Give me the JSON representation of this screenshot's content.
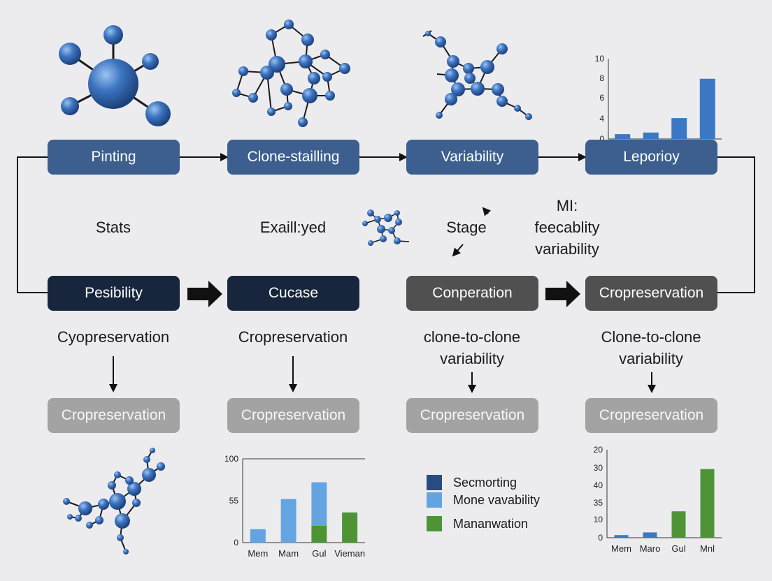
{
  "colors": {
    "background": "#ececee",
    "top_box": "#3c5f8f",
    "dark_box": "#17263d",
    "grey_box": "#505050",
    "light_box": "#a3a3a3",
    "node_blue": "#3d74c0",
    "bar_blue": "#3b78c4",
    "bar_light": "#64a5e1",
    "bar_navy": "#284c82",
    "bar_green": "#4e9437"
  },
  "top_row": {
    "box1": "Pinting",
    "box2": "Clone-stailling",
    "box3": "Variability",
    "box4": "Leporioy"
  },
  "middle_labels": {
    "label1": "Stats",
    "label2": "Exaill:yed",
    "label3": "Stage",
    "label4_line1": "MI:",
    "label4_line2": "feecablity",
    "label4_line3": "variability"
  },
  "bottom_row": {
    "box1": "Pesibility",
    "box2": "Cucase",
    "box3": "Conperation",
    "box4": "Cropreservation"
  },
  "captions": {
    "c1": "Cyopreservation",
    "c2": "Cropreservation",
    "c3_line1": "clone-to-clone",
    "c3_line2": "variability",
    "c4_line1": "Clone-to-clone",
    "c4_line2": "variability"
  },
  "cryo_boxes": {
    "b1": "Cropreservation",
    "b2": "Cropreservation",
    "b3": "Cropreservation",
    "b4": "Cropreservation"
  },
  "legend": [
    {
      "label": "Secmorting",
      "color": "#284c82"
    },
    {
      "label": "Mone vavability",
      "color": "#64a5e1"
    },
    {
      "label": "Mananwation",
      "color": "#4e9437"
    }
  ],
  "chart_data": [
    {
      "type": "bar",
      "yticks": [
        "0",
        "4",
        "6",
        "8",
        "10"
      ],
      "ylim": [
        0,
        10
      ],
      "values": [
        0.6,
        0.8,
        2.6,
        7.5
      ],
      "colors": [
        "#3b78c4",
        "#3b78c4",
        "#3b78c4",
        "#3b78c4"
      ]
    },
    {
      "type": "bar",
      "categories": [
        "Mem",
        "Mam",
        "Gul",
        "Vieman"
      ],
      "yticks": [
        "0",
        "55",
        "100"
      ],
      "ylim": [
        0,
        100
      ],
      "series": [
        {
          "values": [
            16,
            52,
            20,
            36
          ],
          "colors": [
            "#64a5e1",
            "#64a5e1",
            "#4e9437",
            "#4e9437"
          ]
        },
        {
          "values": [
            0,
            0,
            52,
            0
          ],
          "colors": [
            "#64a5e1",
            "#64a5e1",
            "#64a5e1",
            "#64a5e1"
          ]
        }
      ]
    },
    {
      "type": "bar",
      "categories": [
        "Mem",
        "Maro",
        "Gul",
        "Mnl"
      ],
      "yticks": [
        "0",
        "10",
        "35",
        "40",
        "30",
        "20"
      ],
      "ylim": [
        0,
        5
      ],
      "values": [
        0.15,
        0.3,
        1.5,
        3.9
      ],
      "colors": [
        "#3b78c4",
        "#3b78c4",
        "#4e9437",
        "#4e9437"
      ]
    }
  ]
}
